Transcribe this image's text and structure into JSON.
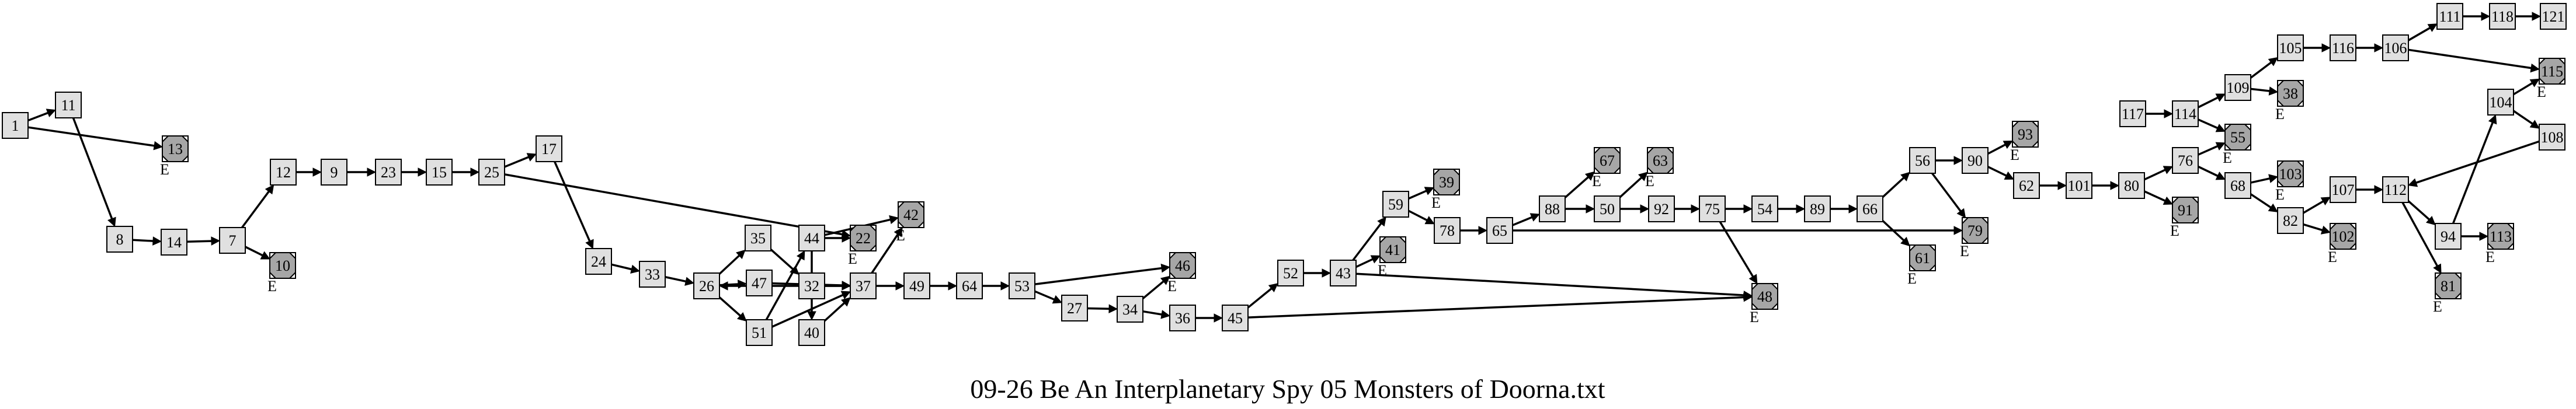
{
  "graph": {
    "title": "09-26 Be An Interplanetary Spy 05 Monsters of Doorna.txt",
    "end_marker": "E",
    "colors": {
      "node_fill": "#e0e0e0",
      "end_node_fill": "#a6a6a6",
      "stroke": "#000000",
      "background": "#ffffff"
    },
    "nodes": [
      {
        "id": "1",
        "type": "step"
      },
      {
        "id": "11",
        "type": "step"
      },
      {
        "id": "13",
        "type": "end"
      },
      {
        "id": "8",
        "type": "step"
      },
      {
        "id": "14",
        "type": "step"
      },
      {
        "id": "7",
        "type": "step"
      },
      {
        "id": "10",
        "type": "end"
      },
      {
        "id": "12",
        "type": "step"
      },
      {
        "id": "9",
        "type": "step"
      },
      {
        "id": "23",
        "type": "step"
      },
      {
        "id": "15",
        "type": "step"
      },
      {
        "id": "25",
        "type": "step"
      },
      {
        "id": "17",
        "type": "step"
      },
      {
        "id": "24",
        "type": "step"
      },
      {
        "id": "33",
        "type": "step"
      },
      {
        "id": "26",
        "type": "step"
      },
      {
        "id": "35",
        "type": "step"
      },
      {
        "id": "47",
        "type": "step"
      },
      {
        "id": "51",
        "type": "step"
      },
      {
        "id": "44",
        "type": "step"
      },
      {
        "id": "32",
        "type": "step"
      },
      {
        "id": "40",
        "type": "step"
      },
      {
        "id": "22",
        "type": "end"
      },
      {
        "id": "37",
        "type": "step"
      },
      {
        "id": "42",
        "type": "end"
      },
      {
        "id": "49",
        "type": "step"
      },
      {
        "id": "64",
        "type": "step"
      },
      {
        "id": "53",
        "type": "step"
      },
      {
        "id": "27",
        "type": "step"
      },
      {
        "id": "34",
        "type": "step"
      },
      {
        "id": "46",
        "type": "end"
      },
      {
        "id": "36",
        "type": "step"
      },
      {
        "id": "45",
        "type": "step"
      },
      {
        "id": "52",
        "type": "step"
      },
      {
        "id": "43",
        "type": "step"
      },
      {
        "id": "41",
        "type": "end"
      },
      {
        "id": "59",
        "type": "step"
      },
      {
        "id": "39",
        "type": "end"
      },
      {
        "id": "78",
        "type": "step"
      },
      {
        "id": "65",
        "type": "step"
      },
      {
        "id": "88",
        "type": "step"
      },
      {
        "id": "67",
        "type": "end"
      },
      {
        "id": "50",
        "type": "step"
      },
      {
        "id": "63",
        "type": "end"
      },
      {
        "id": "92",
        "type": "step"
      },
      {
        "id": "75",
        "type": "step"
      },
      {
        "id": "54",
        "type": "step"
      },
      {
        "id": "89",
        "type": "step"
      },
      {
        "id": "66",
        "type": "step"
      },
      {
        "id": "61",
        "type": "end"
      },
      {
        "id": "56",
        "type": "step"
      },
      {
        "id": "48",
        "type": "end"
      },
      {
        "id": "79",
        "type": "end"
      },
      {
        "id": "90",
        "type": "step"
      },
      {
        "id": "93",
        "type": "end"
      },
      {
        "id": "62",
        "type": "step"
      },
      {
        "id": "101",
        "type": "step"
      },
      {
        "id": "80",
        "type": "step"
      },
      {
        "id": "91",
        "type": "end"
      },
      {
        "id": "76",
        "type": "step"
      },
      {
        "id": "68",
        "type": "step"
      },
      {
        "id": "103",
        "type": "end"
      },
      {
        "id": "82",
        "type": "step"
      },
      {
        "id": "102",
        "type": "end"
      },
      {
        "id": "107",
        "type": "step"
      },
      {
        "id": "112",
        "type": "step"
      },
      {
        "id": "81",
        "type": "end"
      },
      {
        "id": "94",
        "type": "step"
      },
      {
        "id": "113",
        "type": "end"
      },
      {
        "id": "104",
        "type": "step"
      },
      {
        "id": "108",
        "type": "step"
      },
      {
        "id": "117",
        "type": "step"
      },
      {
        "id": "114",
        "type": "step"
      },
      {
        "id": "55",
        "type": "end"
      },
      {
        "id": "109",
        "type": "step"
      },
      {
        "id": "38",
        "type": "end"
      },
      {
        "id": "105",
        "type": "step"
      },
      {
        "id": "116",
        "type": "step"
      },
      {
        "id": "106",
        "type": "step"
      },
      {
        "id": "111",
        "type": "step"
      },
      {
        "id": "118",
        "type": "step"
      },
      {
        "id": "121",
        "type": "step"
      },
      {
        "id": "115",
        "type": "end"
      }
    ],
    "edges": [
      [
        "1",
        "11"
      ],
      [
        "1",
        "13"
      ],
      [
        "11",
        "8"
      ],
      [
        "8",
        "14"
      ],
      [
        "14",
        "7"
      ],
      [
        "7",
        "12"
      ],
      [
        "7",
        "10"
      ],
      [
        "12",
        "9"
      ],
      [
        "9",
        "23"
      ],
      [
        "23",
        "15"
      ],
      [
        "15",
        "25"
      ],
      [
        "25",
        "17"
      ],
      [
        "25",
        "22"
      ],
      [
        "17",
        "24"
      ],
      [
        "24",
        "33"
      ],
      [
        "33",
        "26"
      ],
      [
        "26",
        "35"
      ],
      [
        "26",
        "47"
      ],
      [
        "26",
        "51"
      ],
      [
        "35",
        "32"
      ],
      [
        "47",
        "37"
      ],
      [
        "51",
        "44"
      ],
      [
        "51",
        "37"
      ],
      [
        "44",
        "22"
      ],
      [
        "44",
        "40"
      ],
      [
        "32",
        "37"
      ],
      [
        "40",
        "37"
      ],
      [
        "37",
        "42"
      ],
      [
        "37",
        "49"
      ],
      [
        "37",
        "26"
      ],
      [
        "44",
        "42"
      ],
      [
        "49",
        "64"
      ],
      [
        "64",
        "53"
      ],
      [
        "53",
        "46"
      ],
      [
        "53",
        "27"
      ],
      [
        "27",
        "34"
      ],
      [
        "34",
        "46"
      ],
      [
        "34",
        "36"
      ],
      [
        "36",
        "45"
      ],
      [
        "45",
        "52"
      ],
      [
        "45",
        "48"
      ],
      [
        "52",
        "43"
      ],
      [
        "43",
        "41"
      ],
      [
        "43",
        "59"
      ],
      [
        "43",
        "48"
      ],
      [
        "59",
        "39"
      ],
      [
        "59",
        "78"
      ],
      [
        "78",
        "65"
      ],
      [
        "65",
        "88"
      ],
      [
        "65",
        "79"
      ],
      [
        "88",
        "67"
      ],
      [
        "88",
        "50"
      ],
      [
        "50",
        "63"
      ],
      [
        "50",
        "92"
      ],
      [
        "92",
        "75"
      ],
      [
        "75",
        "54"
      ],
      [
        "75",
        "48"
      ],
      [
        "54",
        "89"
      ],
      [
        "89",
        "66"
      ],
      [
        "66",
        "61"
      ],
      [
        "66",
        "56"
      ],
      [
        "56",
        "90"
      ],
      [
        "56",
        "79"
      ],
      [
        "90",
        "93"
      ],
      [
        "90",
        "62"
      ],
      [
        "62",
        "101"
      ],
      [
        "101",
        "80"
      ],
      [
        "80",
        "91"
      ],
      [
        "80",
        "76"
      ],
      [
        "76",
        "55"
      ],
      [
        "76",
        "68"
      ],
      [
        "68",
        "103"
      ],
      [
        "68",
        "82"
      ],
      [
        "82",
        "102"
      ],
      [
        "82",
        "107"
      ],
      [
        "107",
        "112"
      ],
      [
        "112",
        "81"
      ],
      [
        "112",
        "94"
      ],
      [
        "94",
        "113"
      ],
      [
        "94",
        "104"
      ],
      [
        "104",
        "115"
      ],
      [
        "104",
        "108"
      ],
      [
        "108",
        "112"
      ],
      [
        "117",
        "114"
      ],
      [
        "114",
        "55"
      ],
      [
        "114",
        "109"
      ],
      [
        "109",
        "38"
      ],
      [
        "109",
        "105"
      ],
      [
        "105",
        "116"
      ],
      [
        "116",
        "106"
      ],
      [
        "106",
        "111"
      ],
      [
        "106",
        "115"
      ],
      [
        "111",
        "118"
      ],
      [
        "118",
        "121"
      ]
    ]
  }
}
